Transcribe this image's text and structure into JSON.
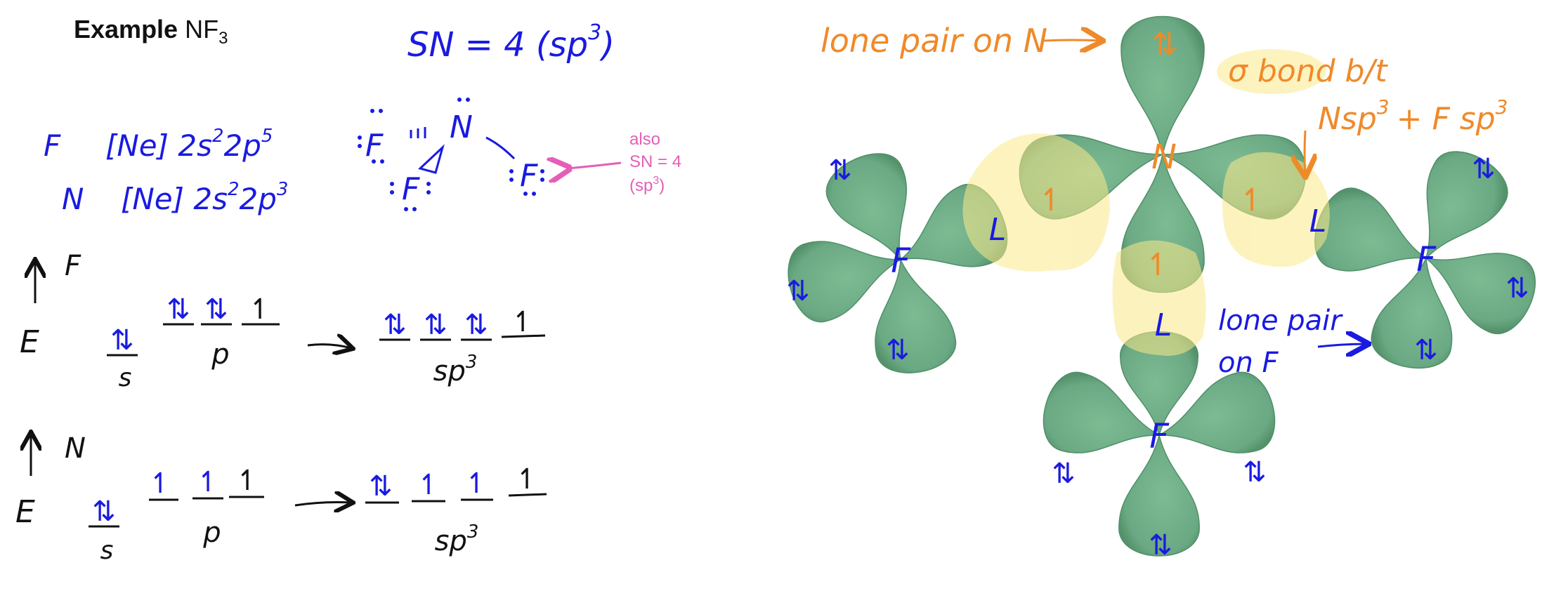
{
  "colors": {
    "blue": "#1a1ae0",
    "black": "#111111",
    "orange": "#ef8a2a",
    "pink": "#e45fb8",
    "lobe_fill": "#6eaf86",
    "lobe_edge": "#4f8f68",
    "highlight": "#fbe98a"
  },
  "title": {
    "bold": "Example",
    "formula": "NF",
    "subscript": "3"
  },
  "steric": {
    "text": "SN = 4 (sp",
    "sup": "3",
    "close": ")"
  },
  "config": {
    "F": {
      "element": "F",
      "core": "[Ne] 2s",
      "s_sup": "2",
      "mid": "2p",
      "p_sup": "5"
    },
    "N": {
      "element": "N",
      "core": "[Ne] 2s",
      "s_sup": "2",
      "mid": "2p",
      "p_sup": "3"
    }
  },
  "lewis": {
    "atom_N": "N",
    "atom_F": "F",
    "note": [
      "also",
      "SN = 4",
      "(sp",
      "3",
      ")"
    ]
  },
  "energy_diagrams": {
    "F": {
      "atom": "F",
      "axis": "E",
      "s_label": "s",
      "p_label": "p",
      "hybrid_label": "sp",
      "hybrid_sup": "3",
      "s_box": "⇅",
      "p_boxes": [
        "⇅",
        "⇅",
        "↿"
      ],
      "hybrid_boxes": [
        "⇅",
        "⇅",
        "⇅",
        "↿"
      ]
    },
    "N": {
      "atom": "N",
      "axis": "E",
      "s_label": "s",
      "p_label": "p",
      "hybrid_label": "sp",
      "hybrid_sup": "3",
      "s_box": "⇅",
      "p_boxes": [
        "↿",
        "↿",
        "↿"
      ],
      "hybrid_boxes": [
        "⇅",
        "↿",
        "↿",
        "↿"
      ]
    }
  },
  "orbital_model": {
    "center_atom": "N",
    "outer_atom": "F",
    "lone_pair_symbol": "⇅",
    "single_e_symbol": "↿",
    "bond_partner_symbol": "L",
    "annotations": {
      "lone_pair_N": "lone pair on N",
      "sigma_bond_line1": "σ bond b/t",
      "sigma_bond_line2": "Nsp",
      "sigma_bond_sup1": "3",
      "sigma_bond_plus": "+ F sp",
      "sigma_bond_sup2": "3",
      "lone_pair_F_line1": "lone pair",
      "lone_pair_F_line2": "on F"
    }
  }
}
